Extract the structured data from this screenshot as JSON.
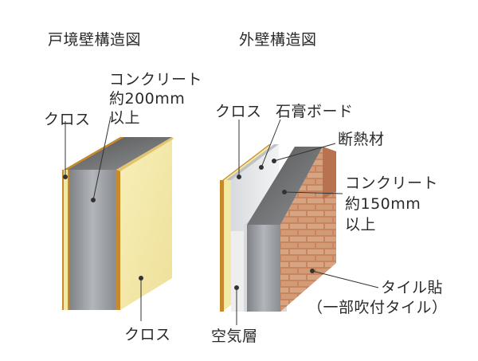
{
  "left_diagram": {
    "title": "戸境壁構造図",
    "labels": {
      "concrete_line1": "コンクリート",
      "concrete_line2": "約200mm",
      "concrete_line3": "以上",
      "cloth_left": "クロス",
      "cloth_bottom": "クロス"
    }
  },
  "right_diagram": {
    "title": "外壁構造図",
    "labels": {
      "cloth": "クロス",
      "gypsum_board": "石膏ボード",
      "insulation": "断熱材",
      "concrete_line1": "コンクリート",
      "concrete_line2": "約150mm",
      "concrete_line3": "以上",
      "tile_line1": "タイル貼",
      "tile_line2": "（一部吹付タイル）",
      "air_layer": "空気層"
    }
  },
  "colors": {
    "cloth": "#f3e9a6",
    "cloth_edge": "#c8892a",
    "concrete": "#9a9da2",
    "brick": "#c98560",
    "gypsum": "#e6e8ea"
  }
}
